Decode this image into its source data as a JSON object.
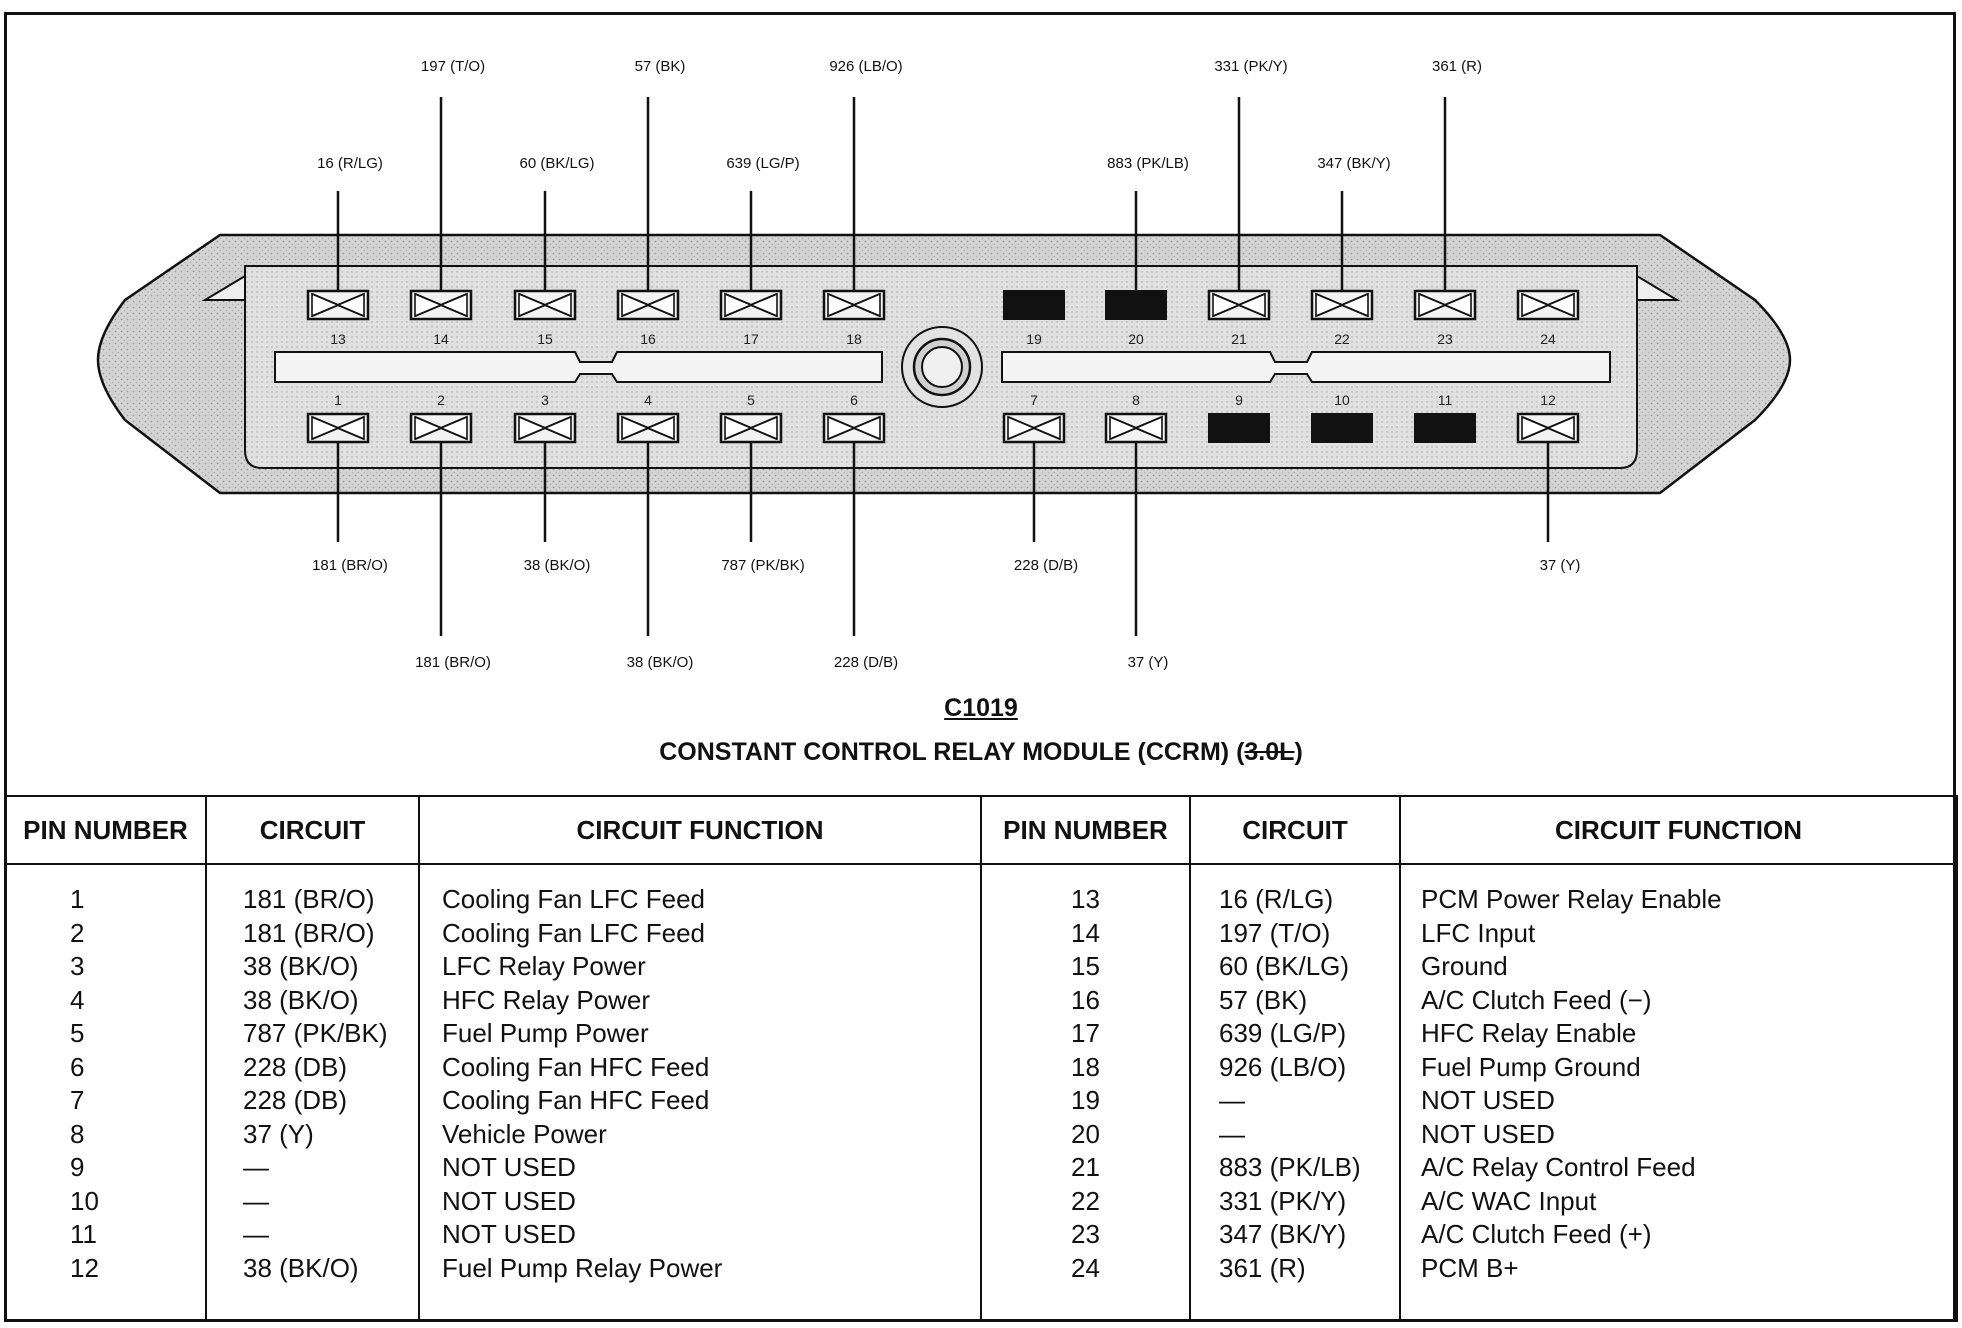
{
  "connector": {
    "title": "C1019",
    "subtitle_main": "CONSTANT CONTROL RELAY MODULE (CCRM) (",
    "subtitle_struck": "3.0L",
    "subtitle_end": ")"
  },
  "wire_labels": {
    "top_far": [
      "197  (T/O)",
      "57  (BK)",
      "926  (LB/O)",
      "331  (PK/Y)",
      "361  (R)"
    ],
    "top_near": [
      "16  (R/LG)",
      "60  (BK/LG)",
      "639  (LG/P)",
      "883  (PK/LB)",
      "347  (BK/Y)"
    ],
    "bottom_near": [
      "181  (BR/O)",
      "38  (BK/O)",
      "787  (PK/BK)",
      "228  (D/B)",
      "37  (Y)"
    ],
    "bottom_far": [
      "181  (BR/O)",
      "38  (BK/O)",
      "228  (D/B)",
      "37  (Y)"
    ]
  },
  "cavity_numbers": {
    "top_row": [
      "13",
      "14",
      "15",
      "16",
      "17",
      "18",
      "19",
      "20",
      "21",
      "22",
      "23",
      "24"
    ],
    "bottom_row": [
      "1",
      "2",
      "3",
      "4",
      "5",
      "6",
      "7",
      "8",
      "9",
      "10",
      "11",
      "12"
    ]
  },
  "table": {
    "headers": [
      "PIN NUMBER",
      "CIRCUIT",
      "CIRCUIT FUNCTION",
      "PIN NUMBER",
      "CIRCUIT",
      "CIRCUIT FUNCTION"
    ],
    "left_rows": [
      {
        "pin": "1",
        "circuit": "181 (BR/O)",
        "function": "Cooling Fan LFC Feed"
      },
      {
        "pin": "2",
        "circuit": "181 (BR/O)",
        "function": "Cooling Fan LFC Feed"
      },
      {
        "pin": "3",
        "circuit": "38 (BK/O)",
        "function": "LFC Relay Power"
      },
      {
        "pin": "4",
        "circuit": "38 (BK/O)",
        "function": "HFC Relay Power"
      },
      {
        "pin": "5",
        "circuit": "787 (PK/BK)",
        "function": "Fuel Pump Power"
      },
      {
        "pin": "6",
        "circuit": "228 (DB)",
        "function": "Cooling Fan HFC Feed"
      },
      {
        "pin": "7",
        "circuit": "228 (DB)",
        "function": "Cooling Fan HFC Feed"
      },
      {
        "pin": "8",
        "circuit": "37 (Y)",
        "function": "Vehicle Power"
      },
      {
        "pin": "9",
        "circuit": "—",
        "function": "NOT USED"
      },
      {
        "pin": "10",
        "circuit": "—",
        "function": "NOT USED"
      },
      {
        "pin": "11",
        "circuit": "—",
        "function": "NOT USED"
      },
      {
        "pin": "12",
        "circuit": "38 (BK/O)",
        "function": "Fuel Pump Relay Power"
      }
    ],
    "right_rows": [
      {
        "pin": "13",
        "circuit": "16 (R/LG)",
        "function": "PCM Power Relay Enable"
      },
      {
        "pin": "14",
        "circuit": "197 (T/O)",
        "function": "LFC Input"
      },
      {
        "pin": "15",
        "circuit": "60 (BK/LG)",
        "function": "Ground"
      },
      {
        "pin": "16",
        "circuit": "57 (BK)",
        "function": "A/C Clutch Feed (−)"
      },
      {
        "pin": "17",
        "circuit": "639 (LG/P)",
        "function": "HFC Relay Enable"
      },
      {
        "pin": "18",
        "circuit": "926 (LB/O)",
        "function": "Fuel Pump Ground"
      },
      {
        "pin": "19",
        "circuit": "—",
        "function": "NOT USED"
      },
      {
        "pin": "20",
        "circuit": "—",
        "function": "NOT USED"
      },
      {
        "pin": "21",
        "circuit": "883 (PK/LB)",
        "function": "A/C Relay Control Feed"
      },
      {
        "pin": "22",
        "circuit": "331 (PK/Y)",
        "function": "A/C WAC Input"
      },
      {
        "pin": "23",
        "circuit": "347 (BK/Y)",
        "function": "A/C Clutch Feed (+)"
      },
      {
        "pin": "24",
        "circuit": "361 (R)",
        "function": "PCM B+"
      }
    ]
  },
  "colors": {
    "line": "#111111",
    "body_fill": "#cfcfcf",
    "inner_fill": "#dcdcdc",
    "plugged_cavity": "#111111"
  }
}
